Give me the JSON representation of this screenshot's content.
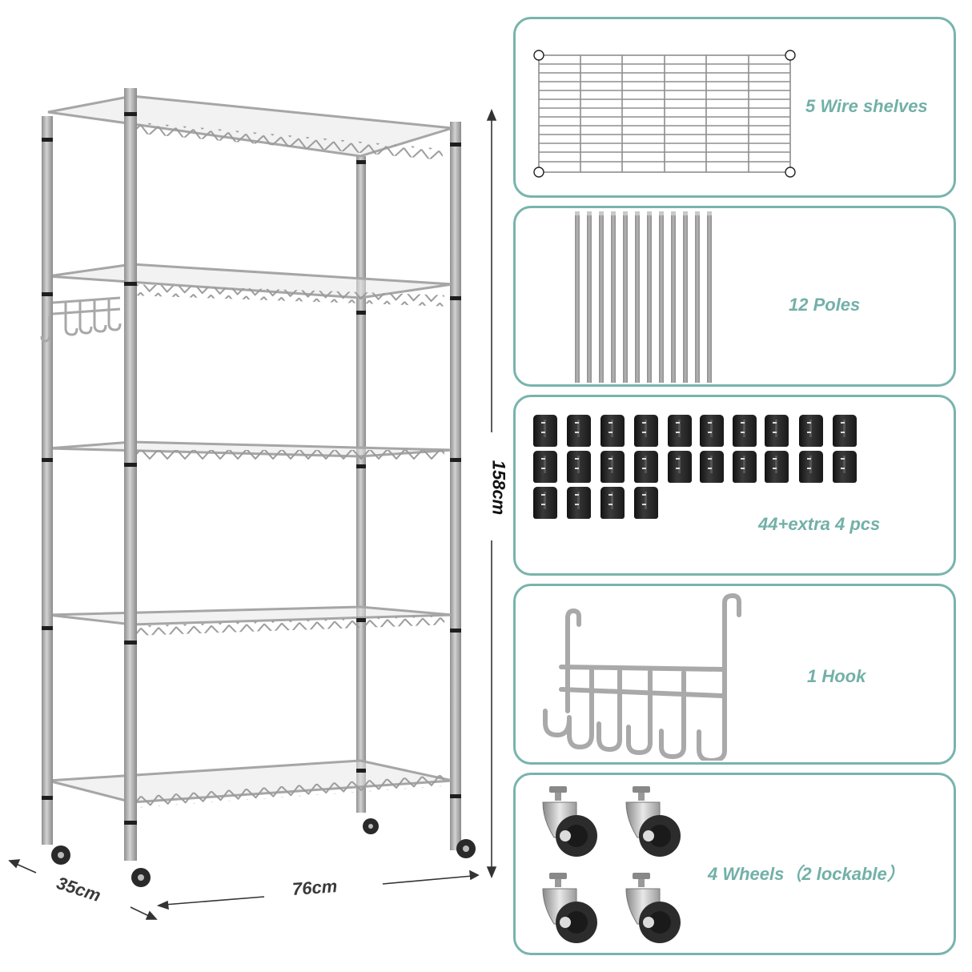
{
  "product": {
    "dimensions": {
      "height": "158cm",
      "depth": "35cm",
      "width": "76cm"
    },
    "shelf_count": 5
  },
  "components": [
    {
      "label": "5 Wire shelves",
      "icon": "wire-shelf-grid"
    },
    {
      "label": "12 Poles",
      "icon": "pole-set",
      "count": 12
    },
    {
      "label": "44+extra 4 pcs",
      "icon": "shelf-clip",
      "count": 24
    },
    {
      "label": "1 Hook",
      "icon": "side-hook"
    },
    {
      "label": "4 Wheels（2 lockable）",
      "icon": "caster-wheel",
      "count": 4
    }
  ],
  "colors": {
    "panel_border": "#78b4ad",
    "panel_text": "#72b0a8",
    "metal": "#b0b0b0",
    "dimension_text": "#3a3a3a"
  }
}
